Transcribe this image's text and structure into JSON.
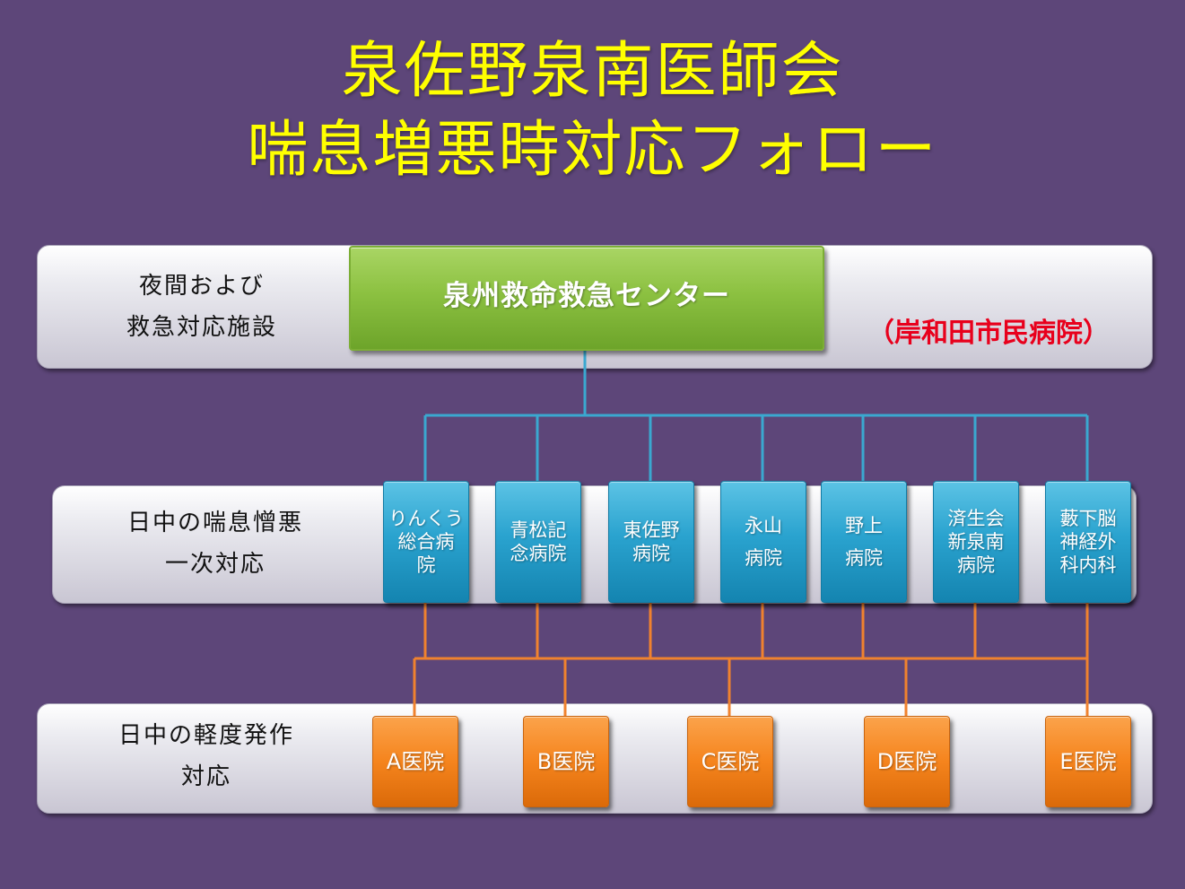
{
  "title": {
    "line1": "泉佐野泉南医師会",
    "line2": "喘息増悪時対応フォロー"
  },
  "rows": {
    "night": {
      "label_line1": "夜間および",
      "label_line2": "救急対応施設"
    },
    "day_primary": {
      "label_line1": "日中の喘息憎悪",
      "label_line2": "一次対応"
    },
    "day_mild": {
      "label_line1": "日中の軽度発作",
      "label_line2": "対応"
    }
  },
  "center": {
    "name": "泉州救命救急センター",
    "sub": "（岸和田市民病院）"
  },
  "hospitals": [
    {
      "lines": [
        "りんくう",
        "総合病",
        "院"
      ]
    },
    {
      "lines": [
        "青松記",
        "念病院"
      ]
    },
    {
      "lines": [
        "東佐野",
        "病院"
      ]
    },
    {
      "lines": [
        "永山",
        "病院"
      ]
    },
    {
      "lines": [
        "野上",
        "病院"
      ]
    },
    {
      "lines": [
        "済生会",
        "新泉南",
        "病院"
      ]
    },
    {
      "lines": [
        "藪下脳",
        "神経外",
        "科内科"
      ]
    }
  ],
  "clinics": [
    "A医院",
    "B医院",
    "C医院",
    "D医院",
    "E医院"
  ],
  "colors": {
    "background": "#5d4679",
    "title": "#ffff00",
    "center_box": "#8cc141",
    "center_sub": "#e8001c",
    "hospital_box": "#2aa3cf",
    "clinic_box": "#f5841d",
    "blue_connector": "#3aa8d0",
    "orange_connector": "#f0822e"
  }
}
